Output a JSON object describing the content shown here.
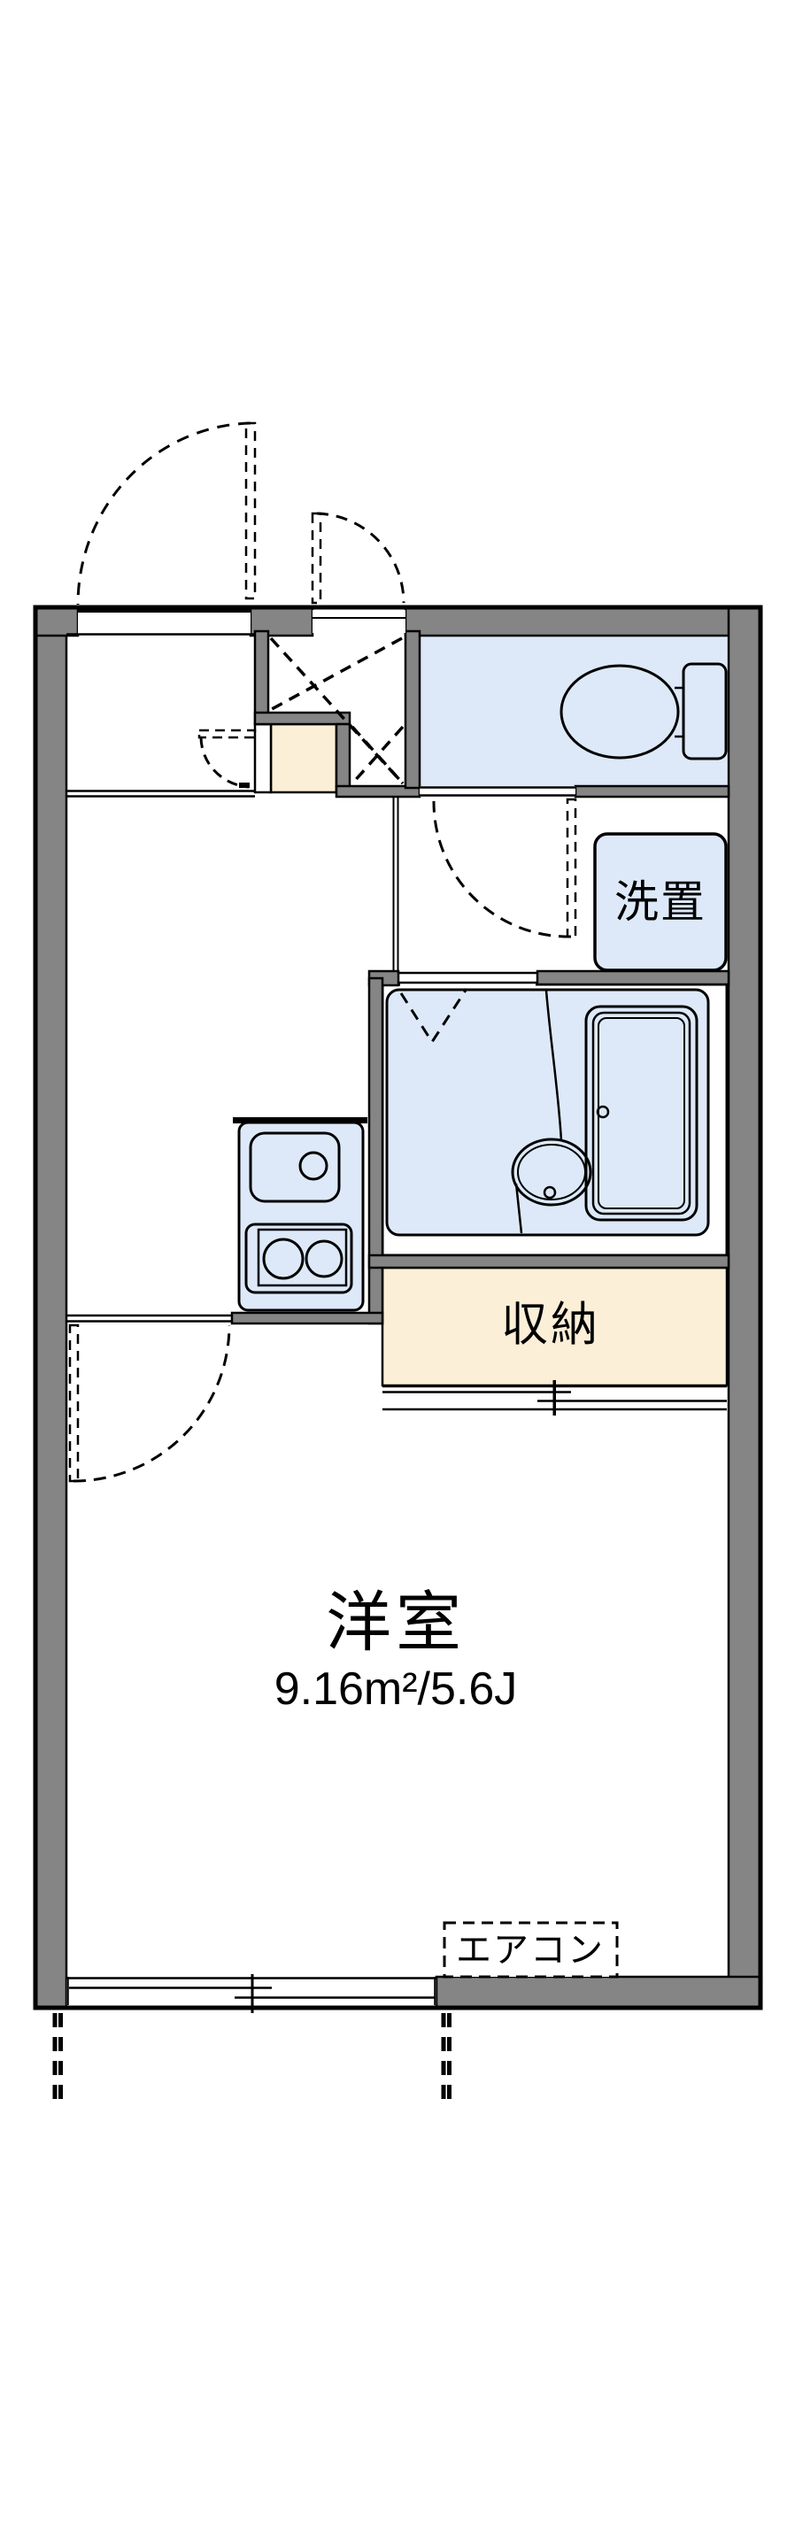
{
  "plan": {
    "labels": {
      "laundry": "洗置",
      "closet": "収納",
      "main_room": "洋室",
      "main_room_area": "9.16m²/5.6J",
      "air_conditioner": "エアコン"
    },
    "colors": {
      "wall_gray": "#858585",
      "water_blue": "#dde9f8",
      "wood_cream": "#fcefd8",
      "line_black": "#000000",
      "background_white": "#ffffff"
    }
  }
}
